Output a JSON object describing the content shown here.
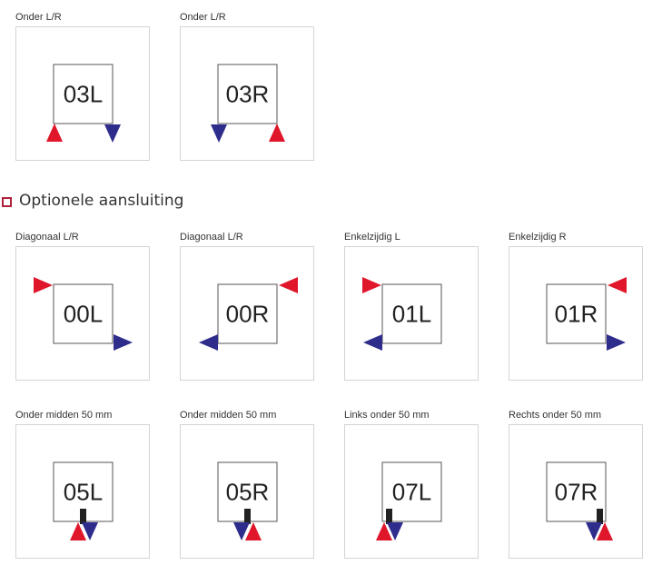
{
  "colors": {
    "supply": "#e0172b",
    "return": "#2f2d8c",
    "pipe": "#222222",
    "box_border": "#555555"
  },
  "top_row": {
    "cards": [
      {
        "label": "Onder L/R",
        "code": "03L",
        "variant": "03L"
      },
      {
        "label": "Onder L/R",
        "code": "03R",
        "variant": "03R"
      }
    ]
  },
  "section": {
    "title": "Optionele aansluiting",
    "bullet_icon": "square-bullet-icon"
  },
  "grid_row_1": {
    "cards": [
      {
        "label": "Diagonaal L/R",
        "code": "00L",
        "variant": "00L"
      },
      {
        "label": "Diagonaal L/R",
        "code": "00R",
        "variant": "00R"
      },
      {
        "label": "Enkelzijdig L",
        "code": "01L",
        "variant": "01L"
      },
      {
        "label": "Enkelzijdig R",
        "code": "01R",
        "variant": "01R"
      }
    ]
  },
  "grid_row_2": {
    "cards": [
      {
        "label": "Onder midden 50 mm",
        "code": "05L",
        "variant": "05L"
      },
      {
        "label": "Onder midden 50 mm",
        "code": "05R",
        "variant": "05R"
      },
      {
        "label": "Links onder 50 mm",
        "code": "07L",
        "variant": "07L"
      },
      {
        "label": "Rechts onder 50 mm",
        "code": "07R",
        "variant": "07R"
      }
    ]
  }
}
